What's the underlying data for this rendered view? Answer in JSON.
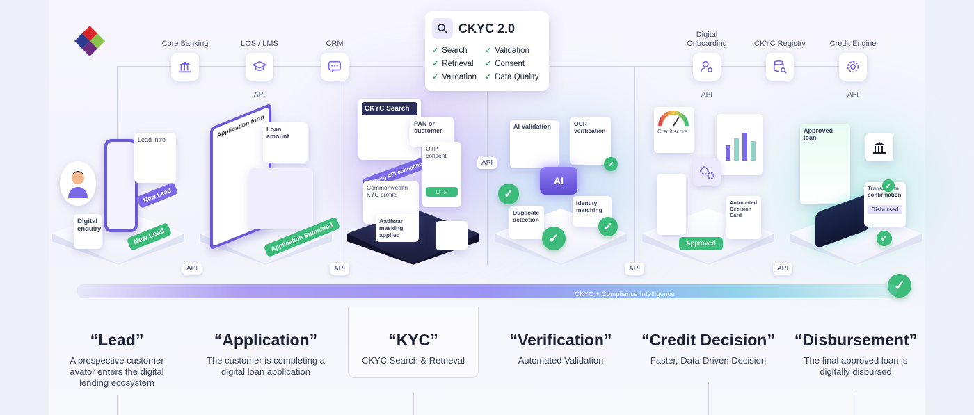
{
  "systems": {
    "core_banking": {
      "label": "Core Banking",
      "api": ""
    },
    "los_lms": {
      "label": "LOS / LMS",
      "api": "API"
    },
    "crm": {
      "label": "CRM",
      "api": ""
    },
    "digital_onboarding": {
      "label": "Digital Onboarding",
      "api": "API"
    },
    "ckyc_registry": {
      "label": "CKYC Registry",
      "api": ""
    },
    "credit_engine": {
      "label": "Credit Engine",
      "api": "API"
    }
  },
  "ckyc_card": {
    "title": "CKYC 2.0",
    "items": [
      "Search",
      "Validation",
      "Retrieval",
      "Consent",
      "Validation",
      "Data Quality"
    ]
  },
  "scenes": {
    "lead": {
      "card_title": "Lead intro",
      "enquiry": "Digital enquiry",
      "new_lead_top": "New Lead",
      "new_lead": "New Lead"
    },
    "application": {
      "form_title": "Application form",
      "loan_amount": "Loan amount",
      "submitted": "Application Submitted"
    },
    "kyc": {
      "search_title": "CKYC Search",
      "pan": "PAN or customer",
      "api_conn": "Strong API connection",
      "profile": "Commonwealth KYC profile",
      "otp": "OTP consent",
      "otp_btn": "OTP",
      "masking": "Aadhaar masking applied"
    },
    "verification": {
      "ai_validation": "AI Validation",
      "ocr": "OCR verification",
      "ai_chip": "AI",
      "duplicate": "Duplicate detection",
      "identity": "Identity matching"
    },
    "credit": {
      "credit_score": "Credit score",
      "approved": "Approved",
      "decision_card": "Automated Decision Card"
    },
    "disbursement": {
      "approved_loan": "Approved loan",
      "txn": "Transaction confirmation",
      "disbursed": "Disbursed"
    }
  },
  "api_tags": [
    "API",
    "API",
    "API",
    "API",
    "API"
  ],
  "beam_label": "CKYC + Compliance Intelligence",
  "stages": [
    {
      "title": "“Lead”",
      "desc": "A prospective customer avator enters the digital lending ecosystem"
    },
    {
      "title": "“Application”",
      "desc": "The customer is completing a digital loan application"
    },
    {
      "title": "“KYC”",
      "desc": "CKYC Search & Retrieval"
    },
    {
      "title": "“Verification”",
      "desc": "Automated Validation"
    },
    {
      "title": "“Credit Decision”",
      "desc": "Faster, Data-Driven Decision"
    },
    {
      "title": "“Disbursement”",
      "desc": "The final approved loan is digitally disbursed"
    }
  ],
  "colors": {
    "accent": "#7b6ae6",
    "success": "#3dbb7a",
    "dark": "#1b1d3a",
    "text": "#1c2033"
  }
}
